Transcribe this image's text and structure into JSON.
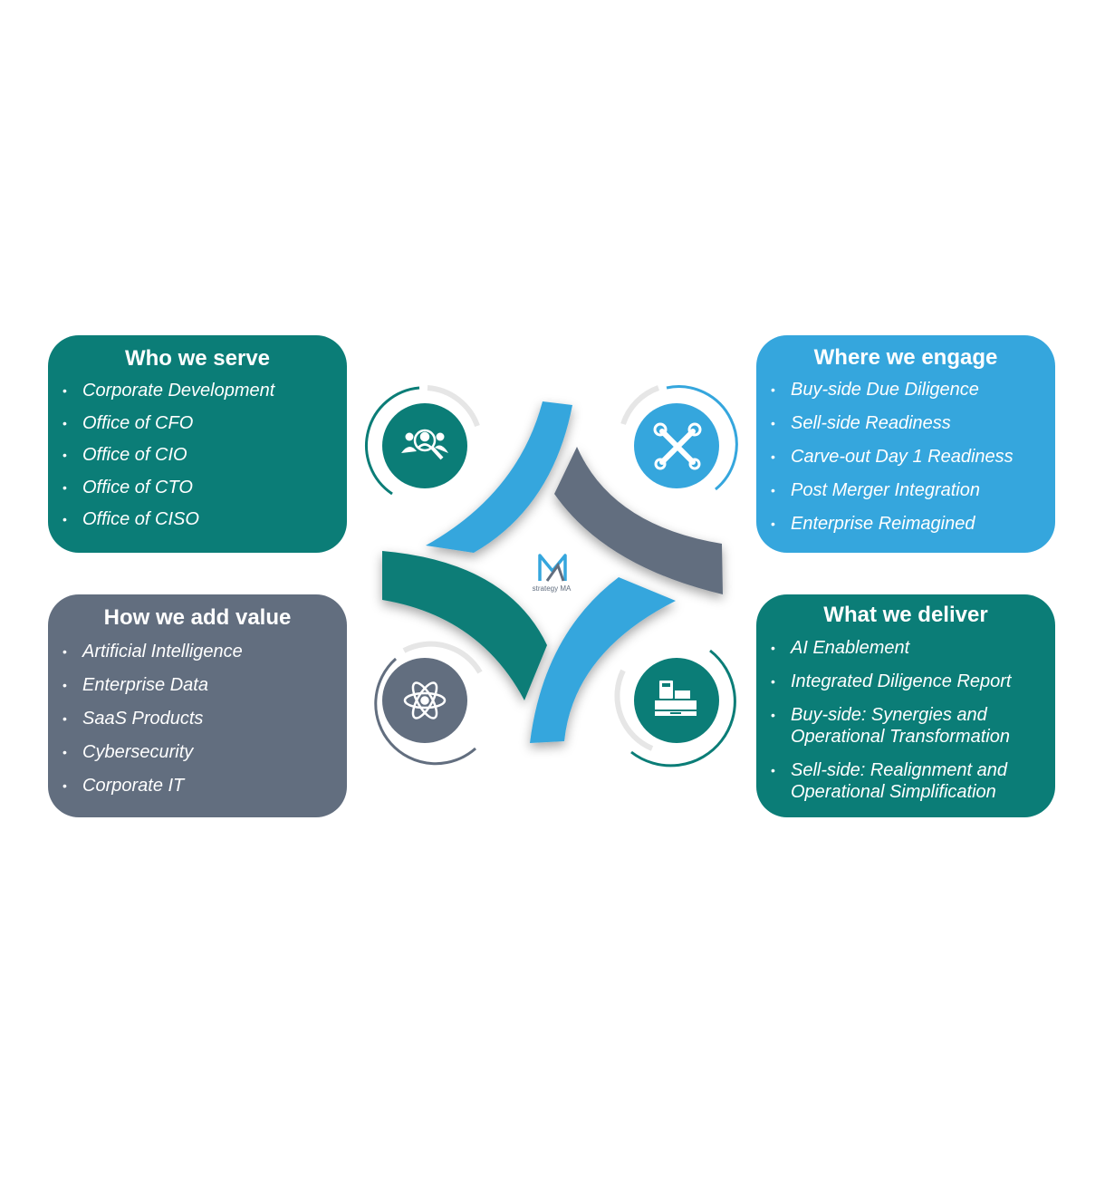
{
  "cards": {
    "serve": {
      "title": "Who we serve",
      "items": [
        "Corporate Development",
        "Office of CFO",
        "Office of CIO",
        "Office of CTO",
        "Office of CISO"
      ]
    },
    "engage": {
      "title": "Where we engage",
      "items": [
        "Buy-side Due Diligence",
        "Sell-side Readiness",
        "Carve-out Day 1 Readiness",
        "Post Merger Integration",
        "Enterprise Reimagined"
      ]
    },
    "value": {
      "title": "How we add value",
      "items": [
        "Artificial Intelligence",
        "Enterprise Data",
        "SaaS Products",
        "Cybersecurity",
        "Corporate IT"
      ]
    },
    "deliver": {
      "title": "What we deliver",
      "items": [
        "AI Enablement",
        "Integrated Diligence Report",
        "Buy-side: Synergies and Operational Transformation",
        "Sell-side: Realignment and Operational Simplification"
      ]
    }
  },
  "logo": {
    "mark": "M",
    "text": "strategy MA"
  },
  "icons": {
    "serve": "people-search-icon",
    "engage": "tools-icon",
    "value": "atom-icon",
    "deliver": "cash-register-icon"
  },
  "colors": {
    "teal": "#0b7d77",
    "blue": "#35a6dd",
    "slate": "#626e7f"
  }
}
